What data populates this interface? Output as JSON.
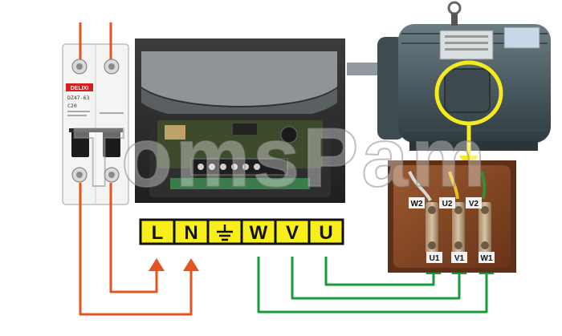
{
  "breaker": {
    "brand": "DELIXI",
    "model": "DZ47-63",
    "rating": "C20"
  },
  "terminal_strip": {
    "labels": [
      "L",
      "N",
      "⏚",
      "W",
      "V",
      "U"
    ],
    "fill_color": "#f8ee1a",
    "border_color": "#111111"
  },
  "motor_terminals": {
    "top_row": [
      "W2",
      "U2",
      "V2"
    ],
    "bottom_row": [
      "U1",
      "V1",
      "W1"
    ]
  },
  "watermark": {
    "text": "TomsPam"
  },
  "colors": {
    "supply_wire": "#e4541f",
    "motor_wire": "#1a9b3e",
    "highlight_circle": "#f5ea1e",
    "motor_body": "#4f6066",
    "terminal_box": "#8a4a26"
  },
  "icons": [
    "ground-icon",
    "arrow-up-icon",
    "arrow-down-icon"
  ]
}
